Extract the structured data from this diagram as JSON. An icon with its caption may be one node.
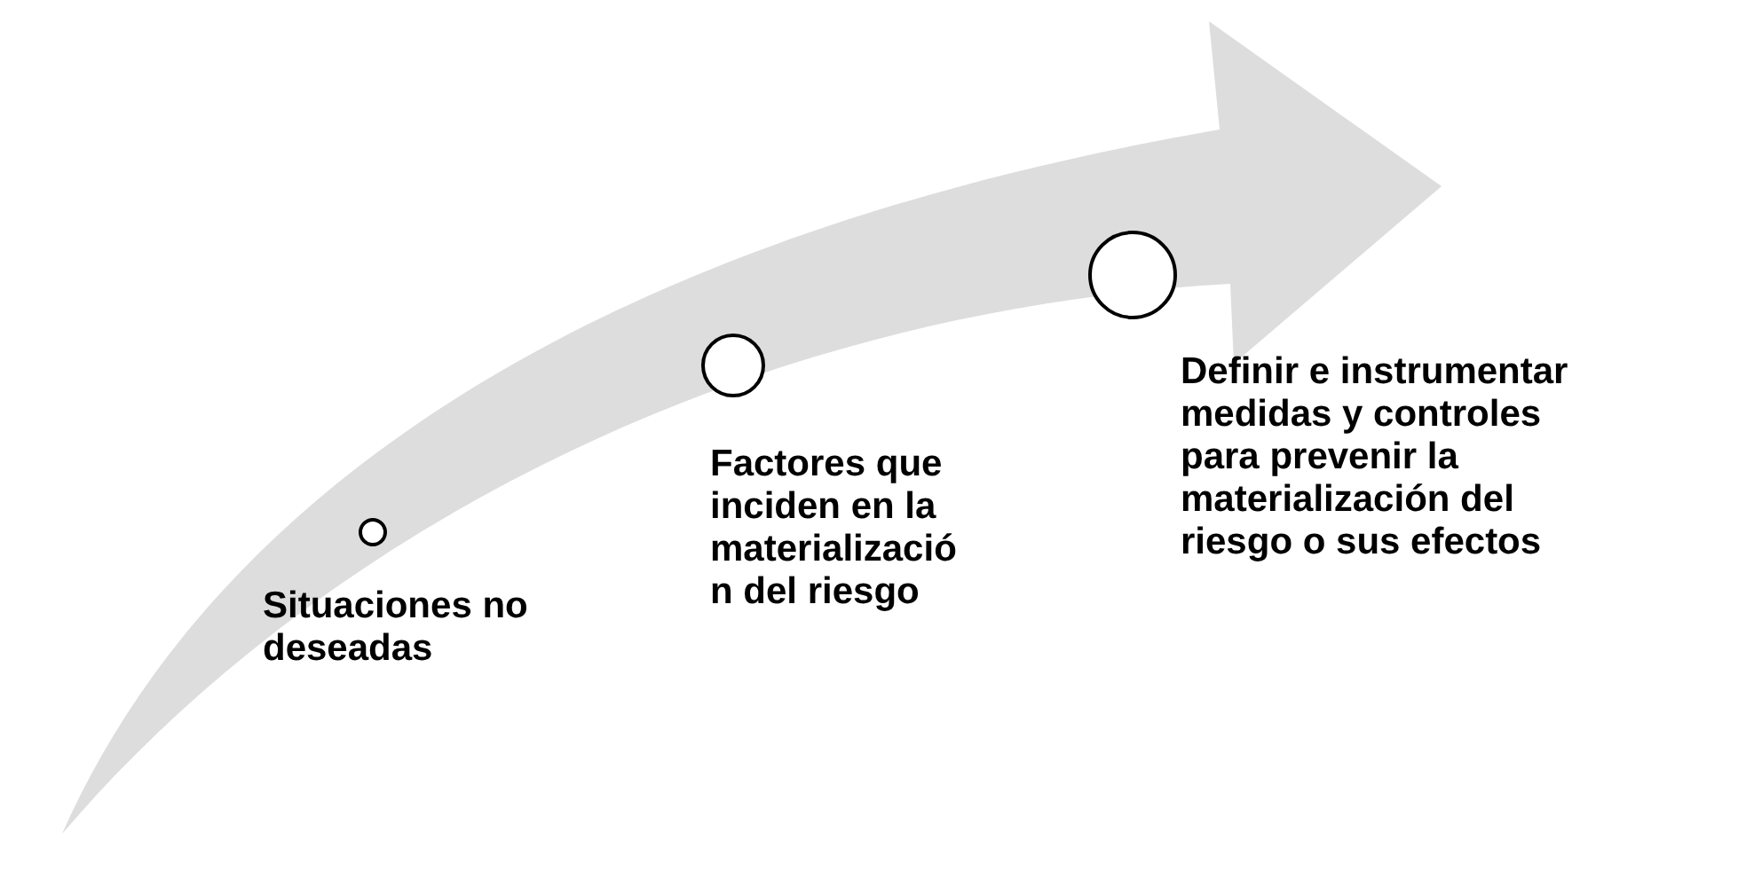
{
  "diagram": {
    "nodes": [
      {
        "text": [
          "Situaciones no deseadas"
        ]
      },
      {
        "text": [
          "Factores que inciden en la materialización del riesgo"
        ]
      },
      {
        "text": [
          "Definir e instrumentar medidas y controles para prevenir la materialización del riesgo o sus efectos"
        ]
      }
    ]
  }
}
